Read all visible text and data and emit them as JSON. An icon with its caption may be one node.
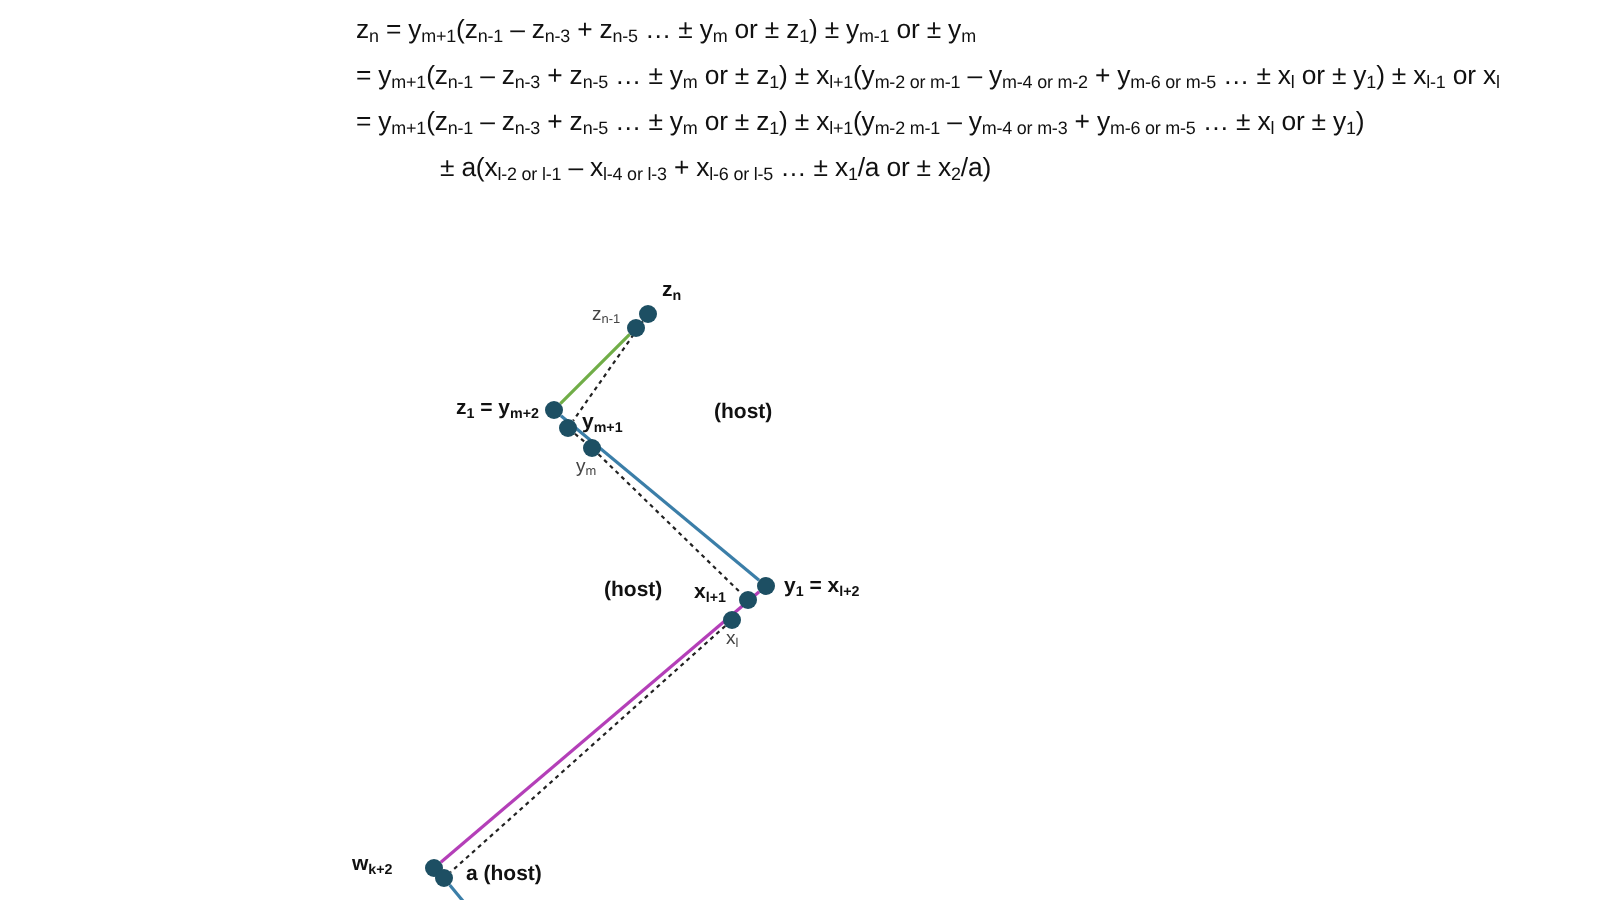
{
  "diagram": {
    "nodes": [
      {
        "text": [],
        "shape": "circle",
        "beside": [
          "z$_{n}$"
        ]
      },
      {
        "text": [],
        "shape": "circle",
        "beside": [
          "z$_{n-1}$"
        ]
      },
      {
        "text": [],
        "shape": "circle",
        "beside": [
          "z$_{1}$ = y$_{m+2}$"
        ]
      },
      {
        "text": [],
        "shape": "circle",
        "beside": [
          "y$_{m+1}$"
        ]
      },
      {
        "text": [],
        "shape": "circle",
        "beside": [
          "y$_{m}$"
        ]
      },
      {
        "text": [],
        "shape": "circle",
        "beside": [
          "y$_{1}$ = x$_{l+2}$"
        ]
      },
      {
        "text": [],
        "shape": "circle",
        "beside": [
          "x$_{l+1}$"
        ]
      },
      {
        "text": [],
        "shape": "circle",
        "beside": [
          "x$_{l}$"
        ]
      },
      {
        "text": [],
        "shape": "circle",
        "beside": [
          "w$_{k+2}$"
        ]
      },
      {
        "text": [],
        "shape": "circle",
        "beside": [
          "a (host)"
        ]
      }
    ],
    "edges": [
      {
        "from": 1,
        "to": 2,
        "arrow": "none",
        "color": "#70ad47"
      },
      {
        "from": 2,
        "to": 5,
        "arrow": "none",
        "color": "#3b7ea8"
      },
      {
        "from": 5,
        "to": 8,
        "arrow": "none",
        "color": "#b43fb8"
      },
      {
        "from": 9,
        "to": null,
        "arrow": "none",
        "color": "#3b7ea8"
      },
      {
        "from": 0,
        "to": 3,
        "arrow": "none",
        "style": "dashed"
      },
      {
        "from": 3,
        "to": 4,
        "arrow": "none",
        "style": "dashed"
      },
      {
        "from": 4,
        "to": 6,
        "arrow": "none",
        "style": "dashed"
      },
      {
        "from": 7,
        "to": 9,
        "arrow": "none",
        "style": "dashed"
      }
    ],
    "labels": [
      "z$_{n}$ = y$_{m+1}$(z$_{n-1}$ – z$_{n-3}$ + z$_{n-5}$ … ± y$_{m}$ or ± z$_{1}$) ± y$_{m-1}$ or ± y$_{m}$",
      "= y$_{m+1}$(z$_{n-1}$ – z$_{n-3}$ + z$_{n-5}$ … ± y$_{m}$ or ± z$_{1}$) ± x$_{l+1}$(y$_{m-2 or m-1}$ – y$_{m-4 or m-2}$ + y$_{m-6 or m-5}$ … ± x$_{l}$ or ± y$_{1}$) ± x$_{l-1}$ or  x$_{l}$",
      "= y$_{m+1}$(z$_{n-1}$ – z$_{n-3}$ + z$_{n-5}$ … ± y$_{m}$ or ± z$_{1}$) ± x$_{l+1}$(y$_{m-2 m-1}$ – y$_{m-4 or m-3}$ + y$_{m-6 or m-5}$ … ± x$_{l}$ or ± y$_{1}$)",
      "± a(x$_{l-2 or l-1}$ – x$_{l-4 or l-3}$ + x$_{l-6 or l-5}$ … ± x$_{1}$/a or ± x$_{2}$/a)",
      "(host)",
      "(host)"
    ]
  }
}
